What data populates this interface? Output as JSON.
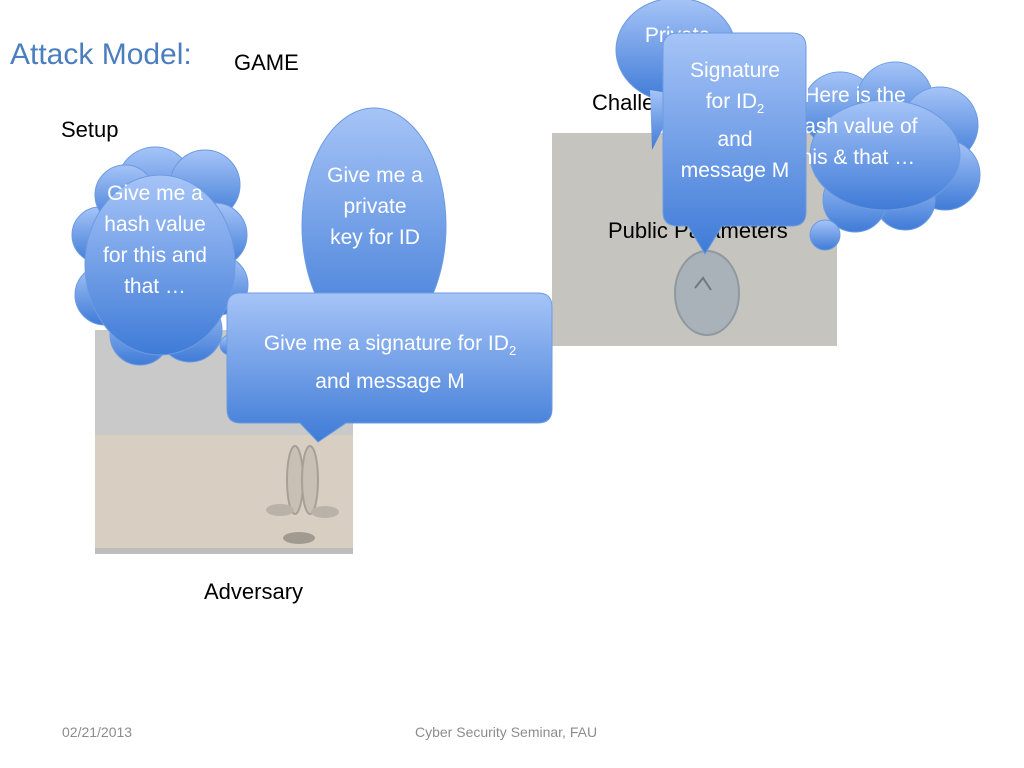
{
  "slide": {
    "title": "Attack Model:",
    "subtitle": "GAME",
    "setup_label": "Setup",
    "adversary_label": "Adversary",
    "challenger_label": "Challenger",
    "public_params_label": "Public Parameters"
  },
  "bubbles": {
    "hash_request": "Give me a hash value for this and that …",
    "private_key_request_l1": "Give me a private key for ID",
    "signature_request_l1": "Give me a signature for ID",
    "signature_request_sub": "2",
    "signature_request_l2": "and message M",
    "private_key_reply": "Private key",
    "signature_reply_l1": "Signature for ID",
    "signature_reply_sub": "2",
    "signature_reply_l2": "and message M",
    "hash_reply": "Here is the hash value of this & that …"
  },
  "footer": {
    "date": "02/21/2013",
    "center": "Cyber Security Seminar, FAU"
  },
  "colors": {
    "title": "#4a7ebf",
    "bubble_top": "#9bbcf5",
    "bubble_bottom": "#3e7ad6",
    "footer": "#8c8c8c"
  }
}
